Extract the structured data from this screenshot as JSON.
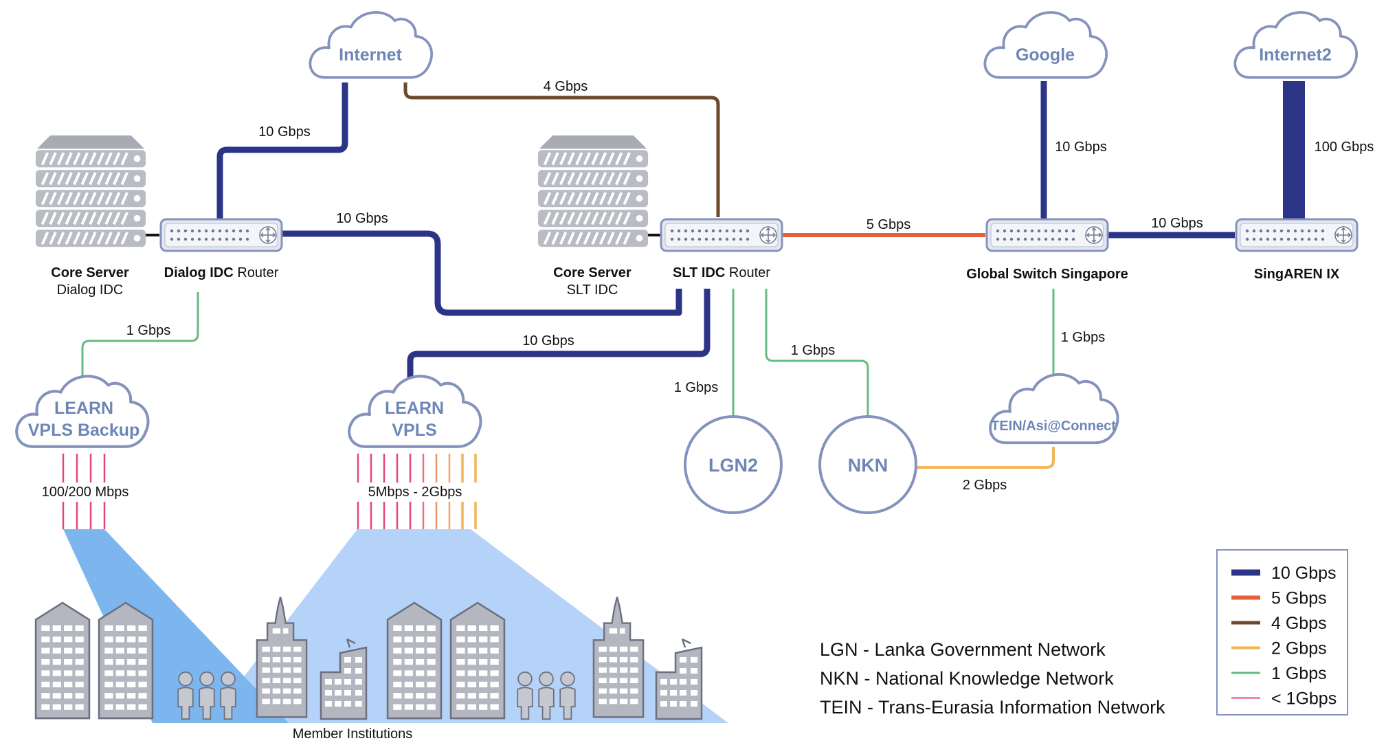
{
  "clouds": {
    "internet": "Internet",
    "google": "Google",
    "internet2": "Internet2",
    "learn_backup_line1": "LEARN",
    "learn_backup_line2": "VPLS Backup",
    "learn_vpls_line1": "LEARN",
    "learn_vpls_line2": "VPLS",
    "tein": "TEIN/Asi@Connect"
  },
  "circles": {
    "lgn2": "LGN2",
    "nkn": "NKN"
  },
  "nodes": {
    "core_dialog_title": "Core Server",
    "core_dialog_sub": "Dialog IDC",
    "dialog_router_bold": "Dialog IDC",
    "dialog_router_rest": " Router",
    "core_slt_title": "Core Server",
    "core_slt_sub": "SLT IDC",
    "slt_router_bold": "SLT IDC",
    "slt_router_rest": " Router",
    "global_switch": "Global Switch Singapore",
    "singaren": "SingAREN IX"
  },
  "links": {
    "internet_dialog": "10 Gbps",
    "internet_slt": "4 Gbps",
    "dialog_slt": "10 Gbps",
    "slt_global": "5 Gbps",
    "google_global": "10 Gbps",
    "global_singaren": "10 Gbps",
    "internet2_singaren": "100 Gbps",
    "dialog_learn_backup": "1 Gbps",
    "slt_learn_vpls": "10 Gbps",
    "slt_lgn2": "1 Gbps",
    "slt_nkn": "1 Gbps",
    "global_tein": "1 Gbps",
    "nkn_tein": "2 Gbps",
    "backup_members": "100/200 Mbps",
    "vpls_members": "5Mbps - 2Gbps"
  },
  "members_label": "Member Institutions",
  "abbreviations": [
    "LGN - Lanka Government Network",
    "NKN - National Knowledge Network",
    "TEIN - Trans-Eurasia Information Network"
  ],
  "legend": [
    {
      "label": "10 Gbps",
      "color": "#2b3487"
    },
    {
      "label": "5 Gbps",
      "color": "#e5613a"
    },
    {
      "label": "4 Gbps",
      "color": "#6b4a2b"
    },
    {
      "label": "2 Gbps",
      "color": "#f1b655"
    },
    {
      "label": "1 Gbps",
      "color": "#66bb80"
    },
    {
      "label": "< 1Gbps",
      "color": "#e4457c"
    }
  ],
  "colors": {
    "link_10g": "#2b3487",
    "link_5g": "#e5613a",
    "link_4g": "#6b4a2b",
    "link_2g": "#f1b655",
    "link_1g": "#66bb80",
    "link_sub1g": "#e4457c",
    "cloud_stroke": "#8493bd",
    "cloud_text": "#6d86b6"
  }
}
